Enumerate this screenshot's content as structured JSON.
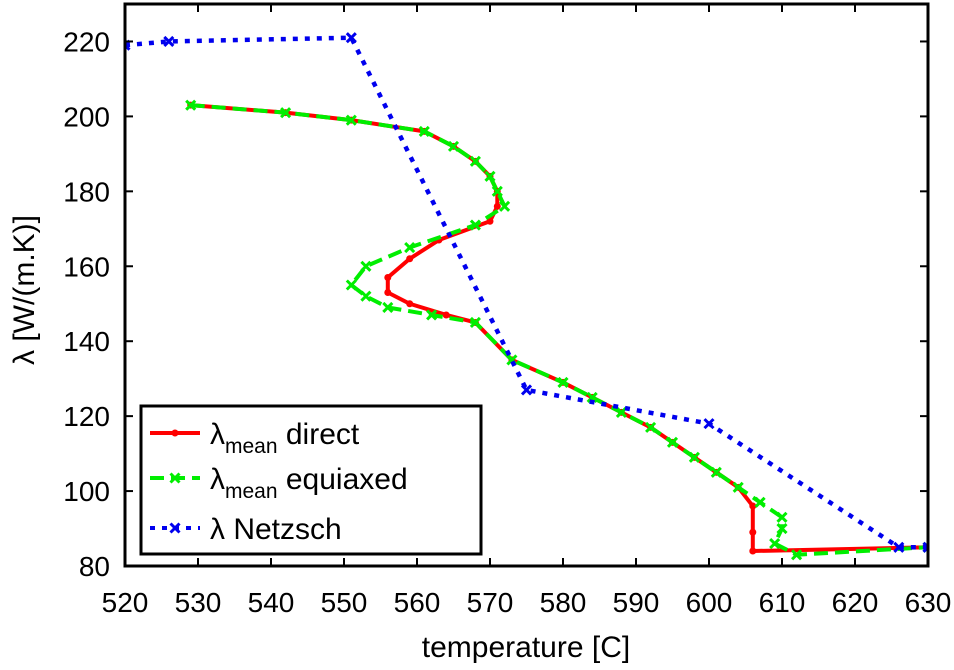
{
  "chart_data": {
    "type": "line",
    "xlabel": "temperature [C]",
    "ylabel": "λ [W/(m.K)]",
    "xlim": [
      520,
      630
    ],
    "ylim": [
      80,
      230
    ],
    "xticks": [
      520,
      530,
      540,
      550,
      560,
      570,
      580,
      590,
      600,
      610,
      620,
      630
    ],
    "yticks": [
      80,
      100,
      120,
      140,
      160,
      180,
      200,
      220
    ],
    "grid": false,
    "legend_position": "bottom-left",
    "series": [
      {
        "name": "direct",
        "legend_main": "λ",
        "legend_sub": "mean",
        "legend_rest": " direct",
        "color": "#ff0000",
        "style": "solid",
        "marker": "dot",
        "points": [
          [
            529,
            203
          ],
          [
            542,
            201
          ],
          [
            551,
            199
          ],
          [
            561,
            196
          ],
          [
            565,
            192
          ],
          [
            568,
            188
          ],
          [
            570,
            184
          ],
          [
            571,
            180
          ],
          [
            571,
            176
          ],
          [
            570,
            172
          ],
          [
            563,
            167
          ],
          [
            559,
            162
          ],
          [
            556,
            157
          ],
          [
            556,
            153
          ],
          [
            559,
            150
          ],
          [
            564,
            147
          ],
          [
            568,
            145
          ],
          [
            573,
            135
          ],
          [
            580,
            129
          ],
          [
            584,
            125
          ],
          [
            588,
            121
          ],
          [
            592,
            117
          ],
          [
            595,
            113
          ],
          [
            598,
            109
          ],
          [
            601,
            105
          ],
          [
            604,
            101
          ],
          [
            606,
            96
          ],
          [
            606,
            89
          ],
          [
            606,
            84
          ],
          [
            630,
            85
          ]
        ]
      },
      {
        "name": "equiaxed",
        "legend_main": "λ",
        "legend_sub": "mean",
        "legend_rest": " equiaxed",
        "color": "#00ee00",
        "style": "dashed",
        "marker": "x",
        "points": [
          [
            529,
            203
          ],
          [
            542,
            201
          ],
          [
            551,
            199
          ],
          [
            561,
            196
          ],
          [
            565,
            192
          ],
          [
            568,
            188
          ],
          [
            570,
            184
          ],
          [
            571,
            180
          ],
          [
            572,
            176
          ],
          [
            568,
            171
          ],
          [
            559,
            165
          ],
          [
            553,
            160
          ],
          [
            551,
            155
          ],
          [
            553,
            152
          ],
          [
            556,
            149
          ],
          [
            562,
            147
          ],
          [
            568,
            145
          ],
          [
            573,
            135
          ],
          [
            580,
            129
          ],
          [
            584,
            125
          ],
          [
            588,
            121
          ],
          [
            592,
            117
          ],
          [
            595,
            113
          ],
          [
            598,
            109
          ],
          [
            601,
            105
          ],
          [
            604,
            101
          ],
          [
            607,
            97
          ],
          [
            610,
            93
          ],
          [
            610,
            90
          ],
          [
            609,
            86
          ],
          [
            612,
            83
          ],
          [
            630,
            85
          ]
        ]
      },
      {
        "name": "Netzsch",
        "legend_main": "λ",
        "legend_sub": "",
        "legend_rest": " Netzsch",
        "color": "#0000ee",
        "style": "dotted",
        "marker": "x",
        "points": [
          [
            520,
            219
          ],
          [
            526,
            220
          ],
          [
            551,
            221
          ],
          [
            575,
            127
          ],
          [
            600,
            118
          ],
          [
            626,
            85
          ],
          [
            630,
            85
          ]
        ]
      }
    ]
  }
}
